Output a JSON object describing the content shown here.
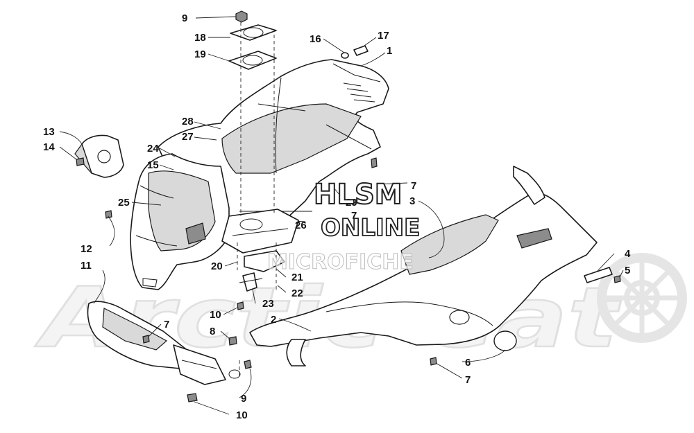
{
  "watermark": {
    "brand": "Arctic Cat",
    "line1": "HLSM",
    "line2": "ONLINE",
    "line3": "MICROFICHE"
  },
  "callouts": [
    {
      "id": "c9a",
      "text": "9"
    },
    {
      "id": "c18",
      "text": "18"
    },
    {
      "id": "c19",
      "text": "19"
    },
    {
      "id": "c16",
      "text": "16"
    },
    {
      "id": "c17",
      "text": "17"
    },
    {
      "id": "c1",
      "text": "1"
    },
    {
      "id": "c13",
      "text": "13"
    },
    {
      "id": "c14",
      "text": "14"
    },
    {
      "id": "c28",
      "text": "28"
    },
    {
      "id": "c27",
      "text": "27"
    },
    {
      "id": "c24",
      "text": "24"
    },
    {
      "id": "c15",
      "text": "15"
    },
    {
      "id": "c25",
      "text": "25"
    },
    {
      "id": "c7a",
      "text": "7"
    },
    {
      "id": "c29",
      "text": "29"
    },
    {
      "id": "c3",
      "text": "3"
    },
    {
      "id": "c7b",
      "text": "7"
    },
    {
      "id": "c26",
      "text": "26"
    },
    {
      "id": "c12",
      "text": "12"
    },
    {
      "id": "c11",
      "text": "11"
    },
    {
      "id": "c20",
      "text": "20"
    },
    {
      "id": "c21",
      "text": "21"
    },
    {
      "id": "c22",
      "text": "22"
    },
    {
      "id": "c23",
      "text": "23"
    },
    {
      "id": "c10a",
      "text": "10"
    },
    {
      "id": "c8",
      "text": "8"
    },
    {
      "id": "c2",
      "text": "2"
    },
    {
      "id": "c7c",
      "text": "7"
    },
    {
      "id": "c4",
      "text": "4"
    },
    {
      "id": "c5",
      "text": "5"
    },
    {
      "id": "c6",
      "text": "6"
    },
    {
      "id": "c7d",
      "text": "7"
    },
    {
      "id": "c9b",
      "text": "9"
    },
    {
      "id": "c10b",
      "text": "10"
    }
  ]
}
